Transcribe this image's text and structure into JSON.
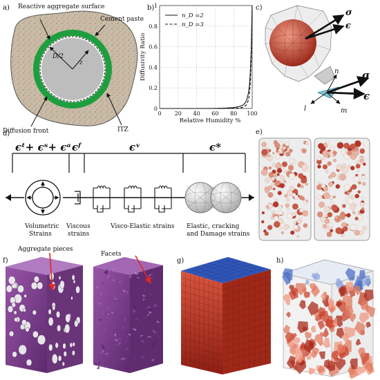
{
  "panels": {
    "a": {
      "letter": "a)",
      "reactive_surface": "Reactive aggregate surface",
      "cement_paste": "Cement paste",
      "half_d": "D/2",
      "z": "z",
      "diffusion_front": "Diffusion front",
      "itz": "ITZ"
    },
    "b": {
      "letter": "b)"
    },
    "c": {
      "letter": "c)",
      "sigma": "σ",
      "eps": "ϵ",
      "n": "n",
      "l": "l",
      "m": "m"
    },
    "d": {
      "letter": "d)",
      "strain_sum": "ϵᵗ+ ϵˢ+ ϵᵃ",
      "strain_f": "ϵᶠ",
      "strain_v": "ϵᵛ",
      "strain_star": "ϵ*",
      "volumetric_1": "Volumetric",
      "volumetric_2": "Strains",
      "viscous_1": "Viscous",
      "viscous_2": "strains",
      "viscoelastic": "Visco-Elastic strains",
      "elastic_1": "Elastic, cracking",
      "elastic_2": "and Damage strains"
    },
    "e": {
      "letter": "e)"
    },
    "f": {
      "letter": "f)",
      "aggregate_pieces": "Aggregate pieces",
      "facets": "Facets"
    },
    "g": {
      "letter": "g)"
    },
    "h": {
      "letter": "h)"
    }
  },
  "chart_data": {
    "type": "line",
    "xlabel": "Relative Humidity %",
    "ylabel": "Diffusivity Ratio",
    "xlim": [
      0,
      100
    ],
    "ylim": [
      0,
      1
    ],
    "xticks": [
      "0",
      "20",
      "40",
      "60",
      "80",
      "100"
    ],
    "yticks": [
      "0",
      "0.2",
      "0.4",
      "0.6",
      "0.8",
      "1"
    ],
    "grid": true,
    "legend_placement": "top-left",
    "series": [
      {
        "name": "n_D =2",
        "style": "solid",
        "x": [
          0,
          40,
          60,
          70,
          80,
          85,
          88,
          90,
          92,
          94,
          96,
          97,
          98,
          99,
          100
        ],
        "y": [
          0,
          0,
          0.001,
          0.003,
          0.009,
          0.016,
          0.025,
          0.033,
          0.05,
          0.08,
          0.15,
          0.22,
          0.35,
          0.58,
          1.0
        ]
      },
      {
        "name": "n_D =3",
        "style": "dashed",
        "x": [
          0,
          40,
          60,
          70,
          80,
          85,
          88,
          90,
          92,
          94,
          96,
          97,
          98,
          99,
          100
        ],
        "y": [
          0,
          0,
          0,
          0.001,
          0.002,
          0.004,
          0.008,
          0.012,
          0.02,
          0.04,
          0.08,
          0.14,
          0.25,
          0.48,
          1.0
        ]
      }
    ]
  },
  "colors": {
    "paste": "#c8b9a3",
    "itz": "#1f9e3f",
    "aggregate": "#b9b9b9",
    "sphere": "#c9553a",
    "purple": "#7a3e8a",
    "mesh_red": "#b23425",
    "mesh_blue": "#3b5db5"
  }
}
